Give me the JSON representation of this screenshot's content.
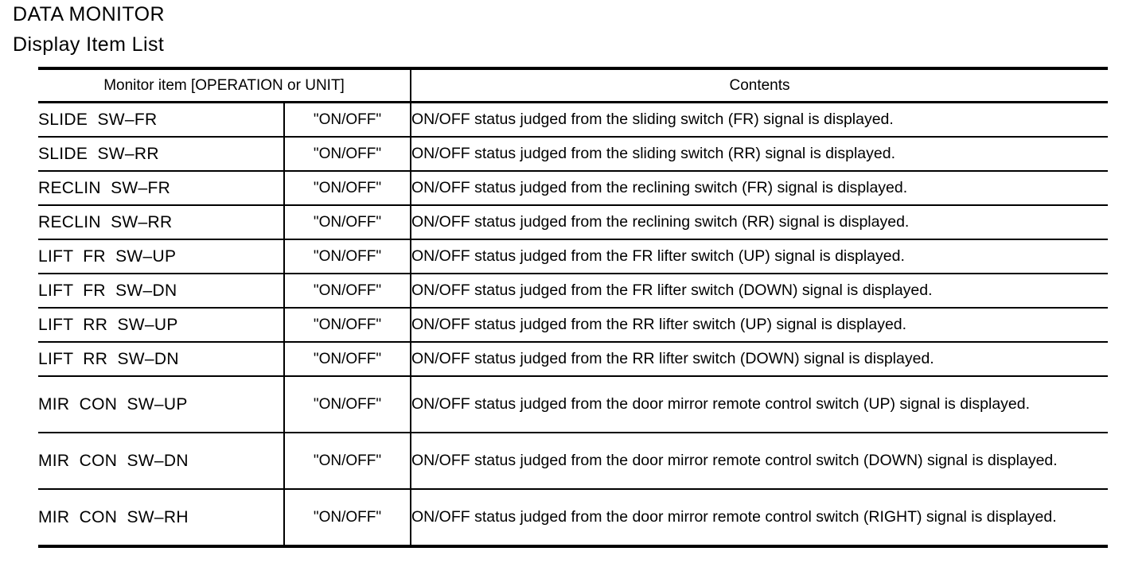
{
  "document": {
    "title_line_1": "DATA MONITOR",
    "title_line_2": "Display Item List"
  },
  "table": {
    "headers": {
      "monitor_item": "Monitor item [OPERATION or UNIT]",
      "contents": "Contents"
    },
    "rows": [
      {
        "monitor_item": "SLIDE  SW–FR",
        "unit": "\"ON/OFF\"",
        "contents": "ON/OFF status judged from the sliding switch (FR) signal is displayed.",
        "lines": 1
      },
      {
        "monitor_item": "SLIDE  SW–RR",
        "unit": "\"ON/OFF\"",
        "contents": "ON/OFF status judged from the sliding switch (RR) signal is displayed.",
        "lines": 1
      },
      {
        "monitor_item": "RECLIN  SW–FR",
        "unit": "\"ON/OFF\"",
        "contents": "ON/OFF status judged from the reclining switch (FR) signal is displayed.",
        "lines": 1
      },
      {
        "monitor_item": "RECLIN  SW–RR",
        "unit": "\"ON/OFF\"",
        "contents": "ON/OFF status judged from the reclining switch (RR) signal is displayed.",
        "lines": 1
      },
      {
        "monitor_item": "LIFT  FR  SW–UP",
        "unit": "\"ON/OFF\"",
        "contents": "ON/OFF status judged from the FR lifter switch (UP) signal is displayed.",
        "lines": 1
      },
      {
        "monitor_item": "LIFT  FR  SW–DN",
        "unit": "\"ON/OFF\"",
        "contents": "ON/OFF status judged from the FR lifter switch (DOWN) signal is displayed.",
        "lines": 1
      },
      {
        "monitor_item": "LIFT  RR  SW–UP",
        "unit": "\"ON/OFF\"",
        "contents": "ON/OFF status judged from the RR lifter switch (UP) signal is displayed.",
        "lines": 1
      },
      {
        "monitor_item": "LIFT  RR  SW–DN",
        "unit": "\"ON/OFF\"",
        "contents": "ON/OFF status judged from the RR lifter switch (DOWN) signal is displayed.",
        "lines": 1
      },
      {
        "monitor_item": "MIR  CON  SW–UP",
        "unit": "\"ON/OFF\"",
        "contents": "ON/OFF status judged from the door mirror remote control switch (UP) signal is displayed.",
        "lines": 2
      },
      {
        "monitor_item": "MIR  CON  SW–DN",
        "unit": "\"ON/OFF\"",
        "contents": "ON/OFF status judged from the door mirror remote control switch (DOWN) signal is displayed.",
        "lines": 2
      },
      {
        "monitor_item": "MIR  CON  SW–RH",
        "unit": "\"ON/OFF\"",
        "contents": "ON/OFF status judged from the door mirror remote control switch (RIGHT) signal is displayed.",
        "lines": 2
      }
    ]
  },
  "colors": {
    "text": "#000000",
    "background": "#ffffff",
    "rule": "#000000"
  }
}
